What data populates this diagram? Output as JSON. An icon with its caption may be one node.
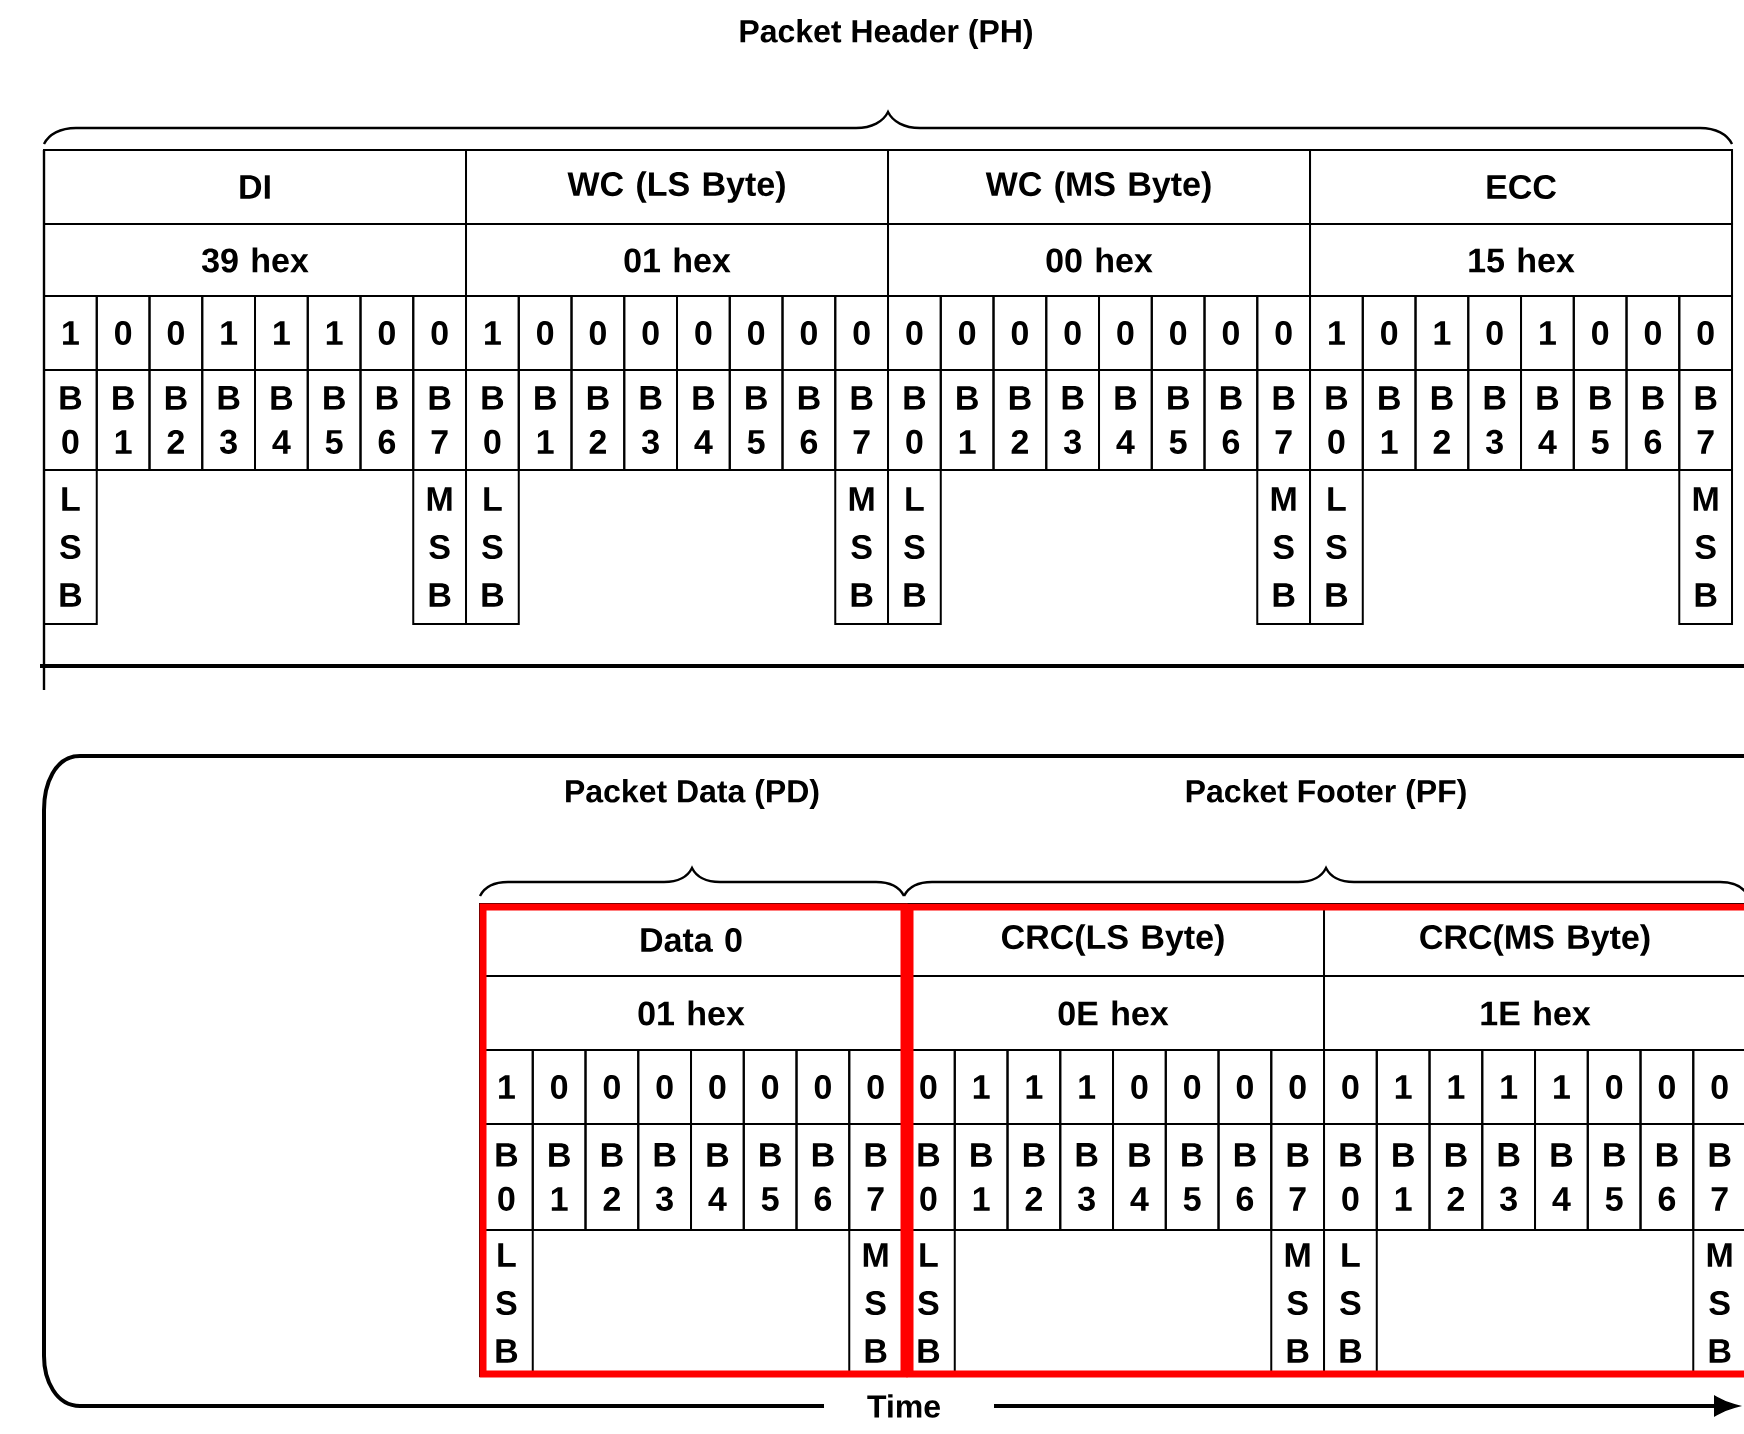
{
  "diagram": {
    "labels": [
      "Packet Header (PH)",
      "DI",
      "WC (LS Byte)",
      "WC (MS Byte)",
      "ECC",
      "39 hex",
      "01 hex",
      "00 hex",
      "15 hex",
      "1",
      "0",
      "0",
      "1",
      "1",
      "1",
      "0",
      "0",
      "1",
      "0",
      "0",
      "0",
      "0",
      "0",
      "0",
      "0",
      "0",
      "0",
      "0",
      "0",
      "0",
      "0",
      "0",
      "0",
      "1",
      "0",
      "1",
      "0",
      "1",
      "0",
      "0",
      "0",
      "B 0",
      "B 1",
      "B 2",
      "B 3",
      "B 4",
      "B 5",
      "B 6",
      "B 7",
      "B 0",
      "B 1",
      "B 2",
      "B 3",
      "B 4",
      "B 5",
      "B 6",
      "B 7",
      "B 0",
      "B 1",
      "B 2",
      "B 3",
      "B 4",
      "B 5",
      "B 6",
      "B 7",
      "B 0",
      "B 1",
      "B 2",
      "B 3",
      "B 4",
      "B 5",
      "B 6",
      "B 7",
      "L S B",
      "M S B",
      "L S B",
      "M S B",
      "L S B",
      "M S B",
      "L S B",
      "M S B",
      "Packet Data (PD)",
      "Packet Footer (PF)",
      "Data 0",
      "CRC(LS Byte)",
      "CRC(MS Byte)",
      "01 hex",
      "0E hex",
      "1E hex",
      "1",
      "0",
      "0",
      "0",
      "0",
      "0",
      "0",
      "0",
      "0",
      "1",
      "1",
      "1",
      "0",
      "0",
      "0",
      "0",
      "0",
      "1",
      "1",
      "1",
      "1",
      "0",
      "0",
      "0",
      "B 0",
      "B 1",
      "B 2",
      "B 3",
      "B 4",
      "B 5",
      "B 6",
      "B 7",
      "B 0",
      "B 1",
      "B 2",
      "B 3",
      "B 4",
      "B 5",
      "B 6",
      "B 7",
      "B 0",
      "B 1",
      "B 2",
      "B 3",
      "B 4",
      "B 5",
      "B 6",
      "B 7",
      "L S B",
      "M S B",
      "L S B",
      "M S B",
      "L S B",
      "M S B",
      "Time"
    ]
  }
}
